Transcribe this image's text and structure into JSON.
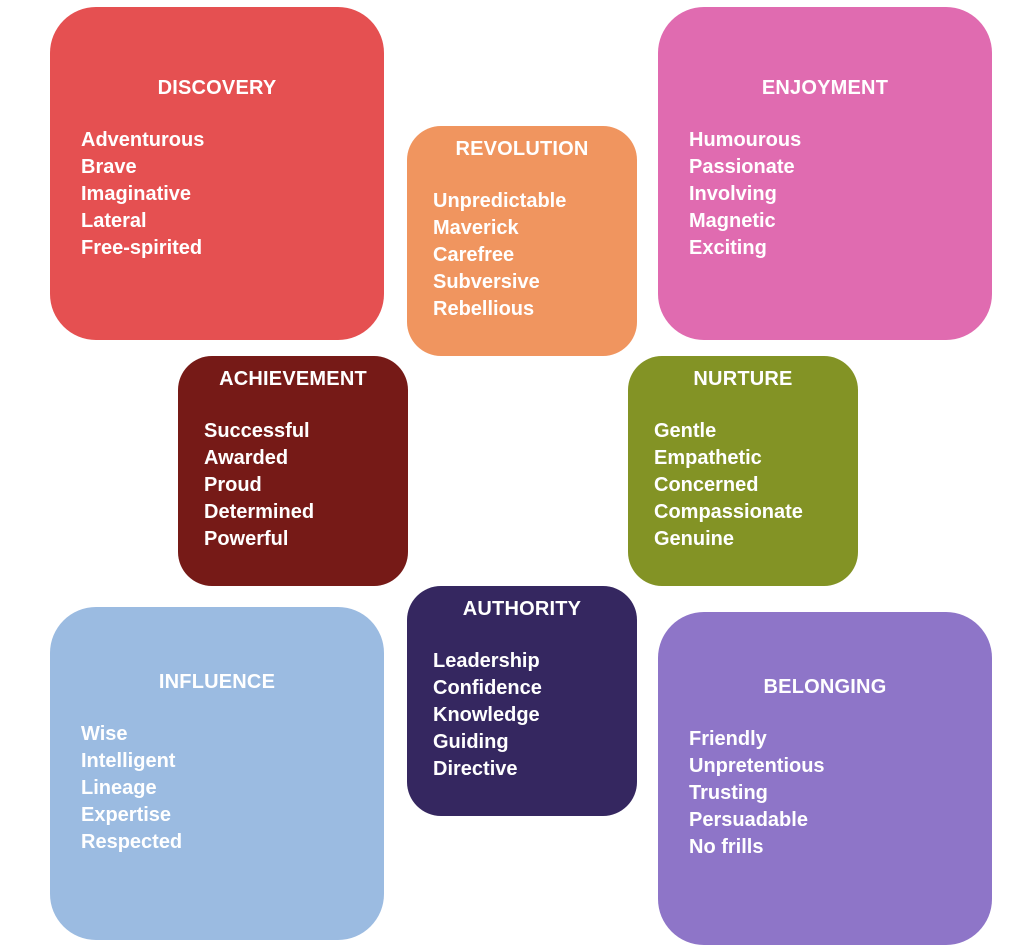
{
  "boxes": {
    "discovery": {
      "title": "DISCOVERY",
      "color": "#e55051",
      "items": [
        "Adventurous",
        "Brave",
        "Imaginative",
        "Lateral",
        "Free-spirited"
      ]
    },
    "enjoyment": {
      "title": "ENJOYMENT",
      "color": "#e06bb0",
      "items": [
        "Humourous",
        "Passionate",
        "Involving",
        "Magnetic",
        "Exciting"
      ]
    },
    "revolution": {
      "title": "REVOLUTION",
      "color": "#f0955f",
      "items": [
        "Unpredictable",
        "Maverick",
        "Carefree",
        "Subversive",
        "Rebellious"
      ]
    },
    "achievement": {
      "title": "ACHIEVEMENT",
      "color": "#761a17",
      "items": [
        "Successful",
        "Awarded",
        "Proud",
        "Determined",
        "Powerful"
      ]
    },
    "nurture": {
      "title": "NURTURE",
      "color": "#839325",
      "items": [
        "Gentle",
        "Empathetic",
        "Concerned",
        "Compassionate",
        "Genuine"
      ]
    },
    "authority": {
      "title": "AUTHORITY",
      "color": "#352760",
      "items": [
        "Leadership",
        "Confidence",
        "Knowledge",
        "Guiding",
        "Directive"
      ]
    },
    "influence": {
      "title": "INFLUENCE",
      "color": "#9bbbe1",
      "items": [
        "Wise",
        "Intelligent",
        "Lineage",
        "Expertise",
        "Respected"
      ]
    },
    "belonging": {
      "title": "BELONGING",
      "color": "#8e75c8",
      "items": [
        "Friendly",
        "Unpretentious",
        "Trusting",
        "Persuadable",
        "No frills"
      ]
    }
  }
}
